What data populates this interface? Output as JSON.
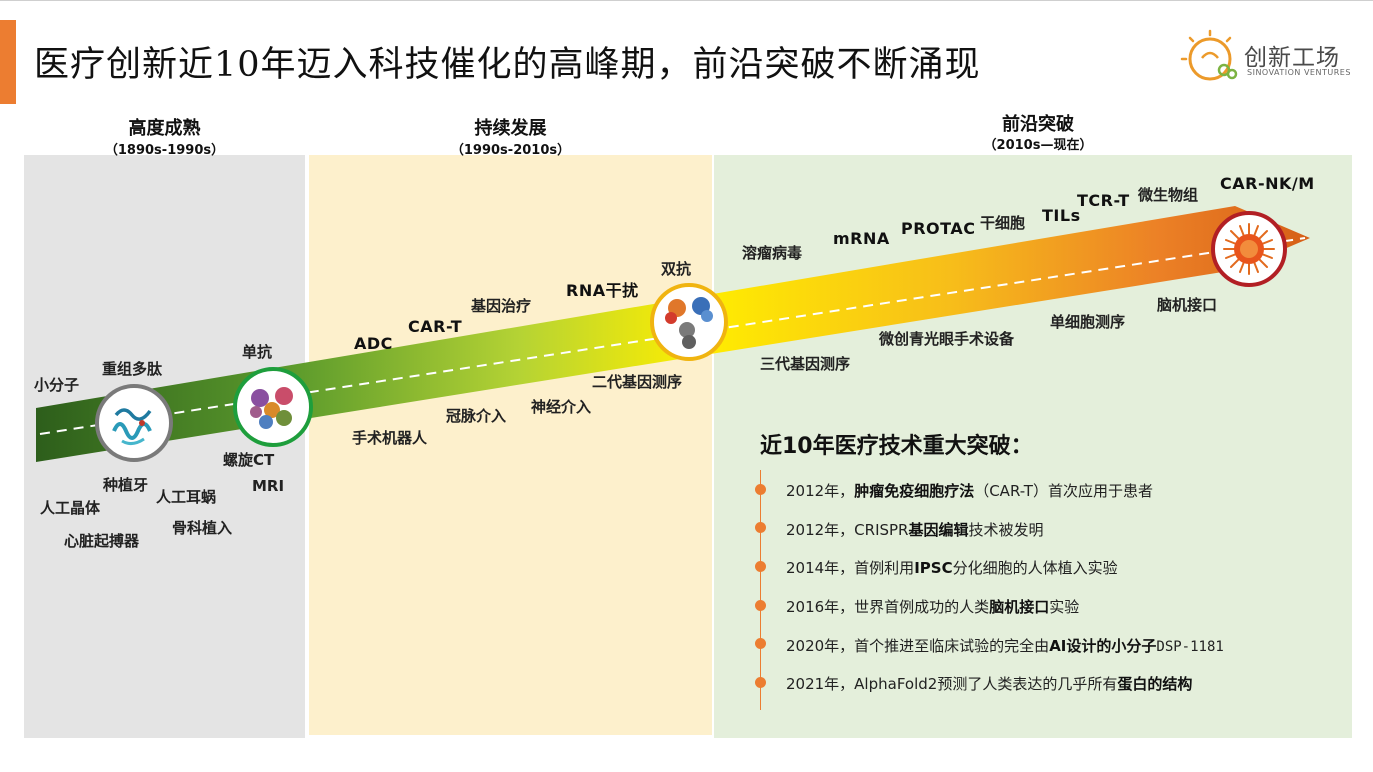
{
  "title": "医疗创新近10年迈入科技催化的高峰期，前沿突破不断涌现",
  "logo": {
    "name": "创新工场",
    "subtitle": "SINOVATION VENTURES"
  },
  "eras": [
    {
      "title": "高度成熟",
      "period": "（1890s-1990s）"
    },
    {
      "title": "持续发展",
      "period": "（1990s-2010s）"
    },
    {
      "title": "前沿突破",
      "period": "（2010s—现在）"
    }
  ],
  "labels_above": {
    "small_molecule": "小分子",
    "recombinant_peptide": "重组多肽",
    "monoclonal": "单抗",
    "adc": "ADC",
    "car_t": "CAR-T",
    "gene_therapy": "基因治疗",
    "rnai": "RNA干扰",
    "bispecific": "双抗",
    "oncolytic": "溶瘤病毒",
    "mrna": "mRNA",
    "protac": "PROTAC",
    "stem_cell": "干细胞",
    "tils": "TILs",
    "tcr_t": "TCR-T",
    "microbiome": "微生物组",
    "car_nkm": "CAR-NK/M"
  },
  "labels_below": {
    "dental_implant": "种植牙",
    "iol": "人工晶体",
    "cochlear": "人工耳蜗",
    "pacemaker": "心脏起搏器",
    "ortho": "骨科植入",
    "spiral_ct": "螺旋CT",
    "mri": "MRI",
    "surgical_robot": "手术机器人",
    "coronary": "冠脉介入",
    "neuro": "神经介入",
    "ngs": "二代基因测序",
    "tgs": "三代基因测序",
    "glaucoma": "微创青光眼手术设备",
    "single_cell": "单细胞测序",
    "bci": "脑机接口"
  },
  "breakthroughs": {
    "title": "近10年医疗技术重大突破：",
    "items": [
      {
        "pre": "2012年，",
        "bold": "肿瘤免疫细胞疗法",
        "post": "（CAR-T）首次应用于患者"
      },
      {
        "pre": "2012年，CRISPR",
        "bold": "基因编辑",
        "post": "技术被发明"
      },
      {
        "pre": "2014年，首例利用",
        "bold": "IPSC",
        "post": "分化细胞的人体植入实验"
      },
      {
        "pre": "2016年，世界首例成功的人类",
        "bold": "脑机接口",
        "post": "实验"
      },
      {
        "pre": "2020年，首个推进至临床试验的完全由",
        "bold": "AI设计的小分子",
        "post": "DSP-1181"
      },
      {
        "pre": "2021年，AlphaFold2预测了人类表达的几乎所有",
        "bold": "蛋白的结构",
        "post": ""
      }
    ]
  },
  "icons": [
    "protein-structure-icon",
    "antibody-icon",
    "bispecific-antibody-icon",
    "nk-cell-icon",
    "bulb-logo-icon"
  ],
  "colors": {
    "accent": "#ec7d31",
    "panel_gray": "#e4e4e4",
    "panel_yellow": "#fdf0cc",
    "panel_green": "#e4efdb",
    "arrow_dark_green": "#2d5e1b",
    "arrow_yellow": "#ffee00",
    "arrow_orange": "#e8701f"
  }
}
